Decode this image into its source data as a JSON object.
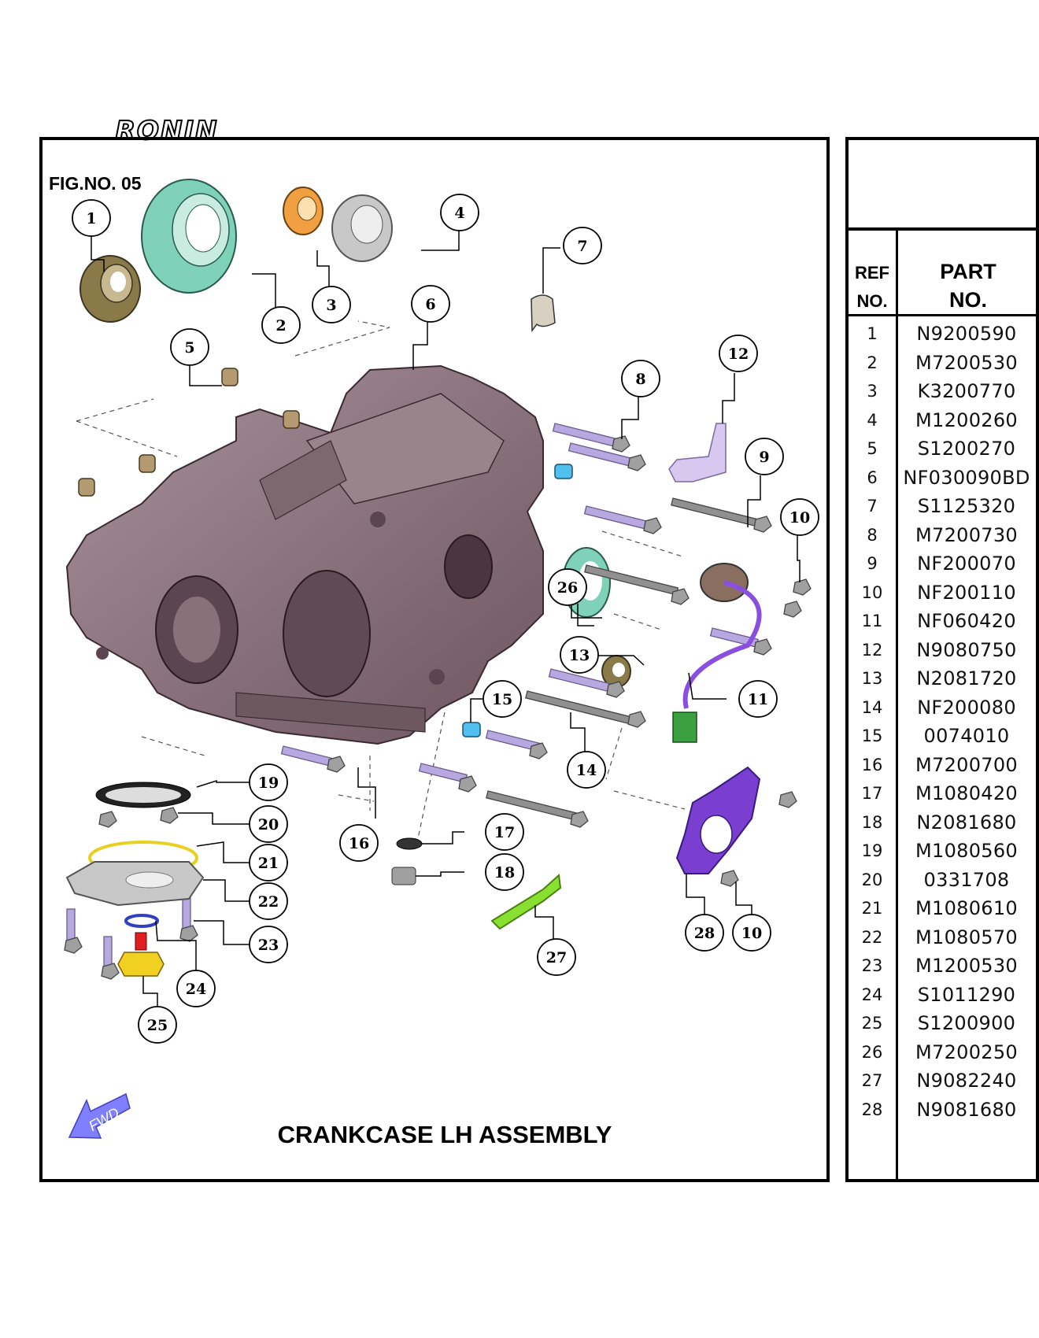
{
  "brand": "RONIN",
  "figure_number": "FIG.NO. 05",
  "title": "CRANKCASE LH ASSEMBLY",
  "fwd_label": "FWD",
  "table": {
    "ref_header": [
      "REF",
      "NO."
    ],
    "part_header": [
      "PART",
      "NO."
    ],
    "rows": [
      {
        "ref": "1",
        "part": "N9200590"
      },
      {
        "ref": "2",
        "part": "M7200530"
      },
      {
        "ref": "3",
        "part": "K3200770"
      },
      {
        "ref": "4",
        "part": "M1200260"
      },
      {
        "ref": "5",
        "part": "S1200270"
      },
      {
        "ref": "6",
        "part": "NF030090BD"
      },
      {
        "ref": "7",
        "part": "S1125320"
      },
      {
        "ref": "8",
        "part": "M7200730"
      },
      {
        "ref": "9",
        "part": "NF200070"
      },
      {
        "ref": "10",
        "part": "NF200110"
      },
      {
        "ref": "11",
        "part": "NF060420"
      },
      {
        "ref": "12",
        "part": "N9080750"
      },
      {
        "ref": "13",
        "part": "N2081720"
      },
      {
        "ref": "14",
        "part": "NF200080"
      },
      {
        "ref": "15",
        "part": "0074010"
      },
      {
        "ref": "16",
        "part": "M7200700"
      },
      {
        "ref": "17",
        "part": "M1080420"
      },
      {
        "ref": "18",
        "part": "N2081680"
      },
      {
        "ref": "19",
        "part": "M1080560"
      },
      {
        "ref": "20",
        "part": "0331708"
      },
      {
        "ref": "21",
        "part": "M1080610"
      },
      {
        "ref": "22",
        "part": "M1080570"
      },
      {
        "ref": "23",
        "part": "M1200530"
      },
      {
        "ref": "24",
        "part": "S1011290"
      },
      {
        "ref": "25",
        "part": "S1200900"
      },
      {
        "ref": "26",
        "part": "M7200250"
      },
      {
        "ref": "27",
        "part": "N9082240"
      },
      {
        "ref": "28",
        "part": "N9081680"
      }
    ]
  },
  "callout_labels": [
    "1",
    "2",
    "3",
    "4",
    "5",
    "6",
    "7",
    "8",
    "9",
    "10",
    "11",
    "12",
    "13",
    "14",
    "15",
    "16",
    "17",
    "18",
    "19",
    "20",
    "21",
    "22",
    "23",
    "24",
    "25",
    "26",
    "27",
    "28",
    "10"
  ],
  "colors": {
    "crankcase": "#8a6f78",
    "bearing_teal": "#7fd1b9",
    "bearing_orange": "#f0a040",
    "bearing_grey": "#c8c8c8",
    "bearing_bronze": "#8a7a4a",
    "bolt_lilac": "#b8a8e0",
    "bracket_purple": "#7a3fd0",
    "bracket_green": "#88e030",
    "dowel_blue": "#50c0f0",
    "plug_yellow": "#f0d020",
    "fwd_arrow": "#7f7fff"
  }
}
